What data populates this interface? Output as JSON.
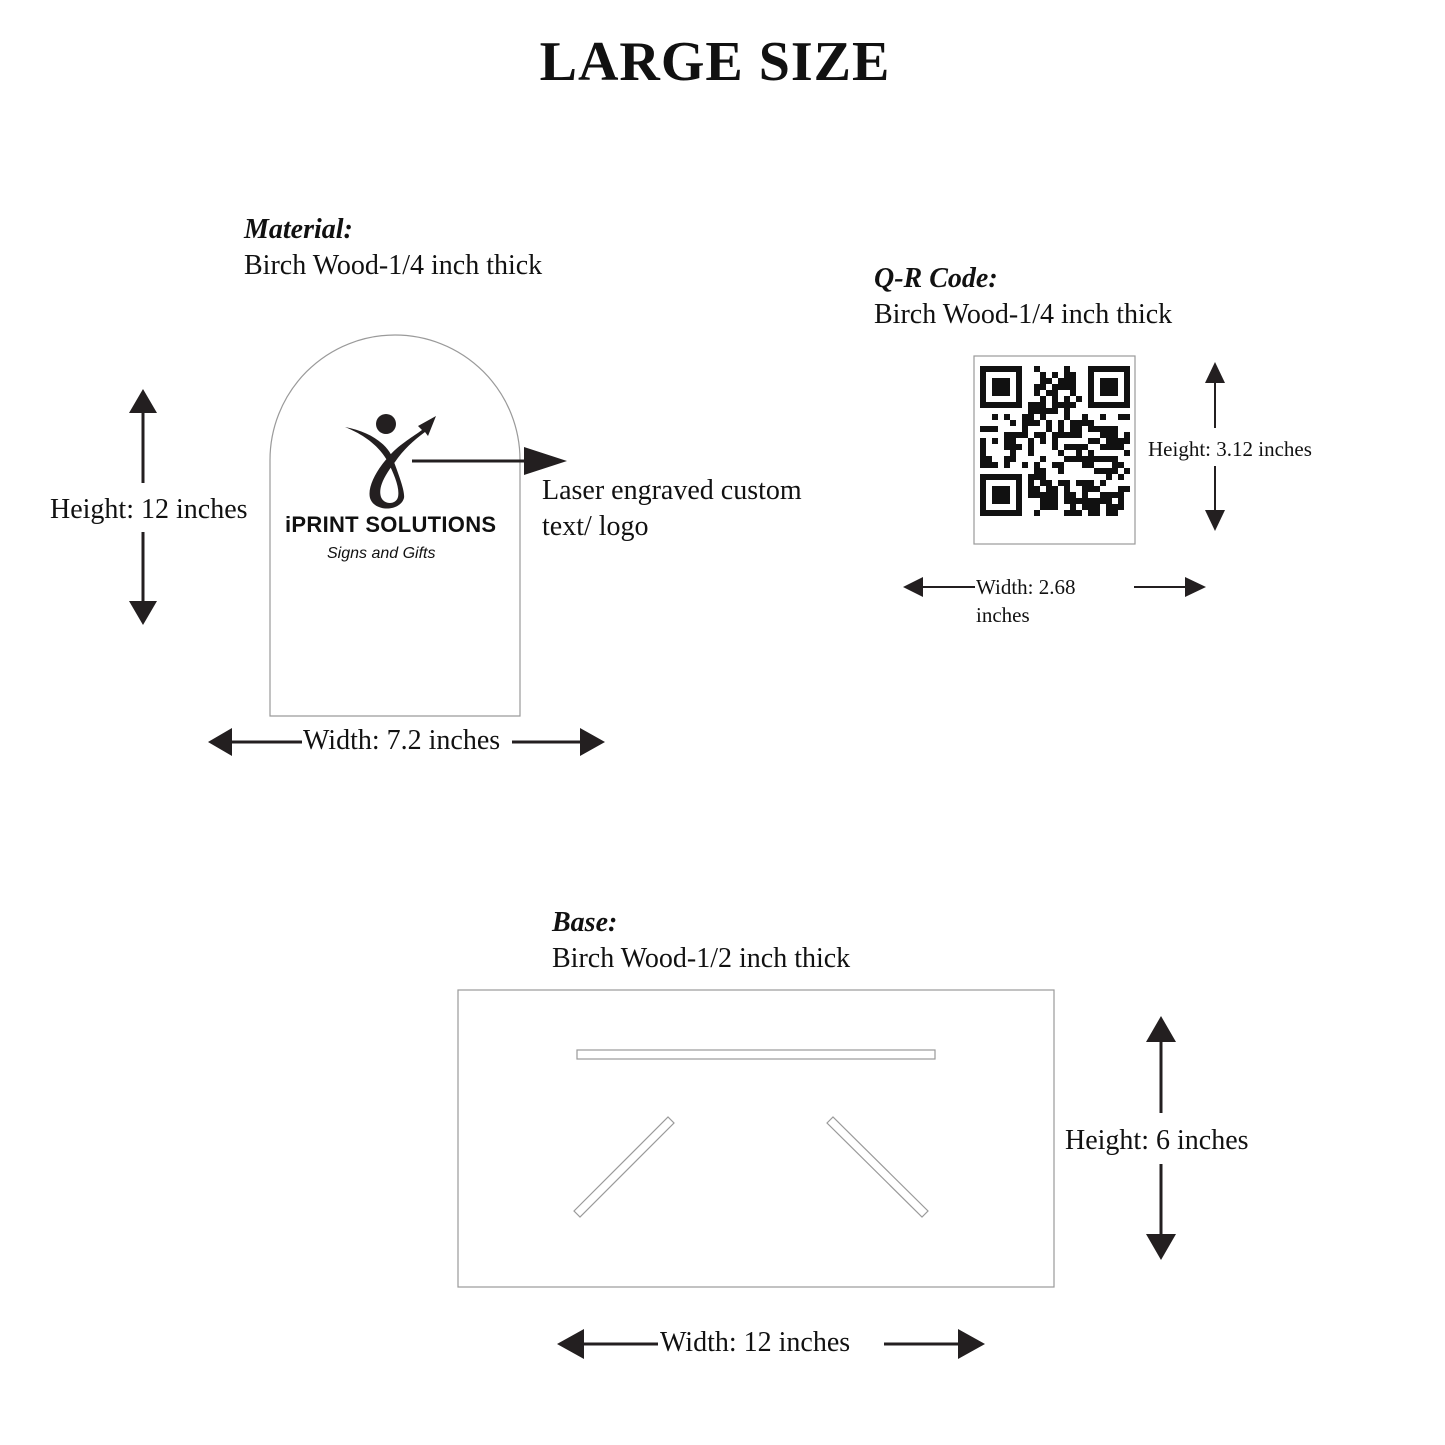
{
  "title": "LARGE SIZE",
  "sign": {
    "heading": "Material:",
    "material": "Birch Wood-1/4 inch thick",
    "height_label": "Height: 12 inches",
    "width_label": "Width: 7.2 inches",
    "engrave_label_line1": "Laser engraved custom",
    "engrave_label_line2": "text/ logo",
    "logo": {
      "icon": "person-arrow-logo-icon",
      "brand": "iPRINT SOLUTIONS",
      "tagline": "Signs and Gifts"
    }
  },
  "qr": {
    "heading": "Q-R Code:",
    "material": "Birch Wood-1/4 inch thick",
    "height_label": "Height: 3.12 inches",
    "width_label_line1": "Width: 2.68",
    "width_label_line2": "inches",
    "icon": "qr-code-icon"
  },
  "base": {
    "heading": "Base:",
    "material": "Birch Wood-1/2 inch thick",
    "height_label": "Height: 6 inches",
    "width_label": "Width: 12 inches"
  },
  "colors": {
    "ink": "#231f20",
    "outline": "#9a9a9a"
  }
}
